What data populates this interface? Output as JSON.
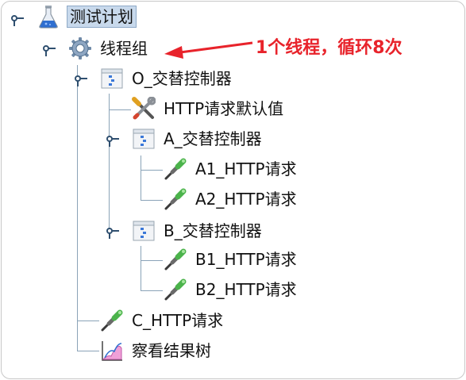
{
  "tree": {
    "root": {
      "label": "测试计划",
      "icon": "flask-icon"
    },
    "thread_group": {
      "label": "线程组",
      "icon": "gear-icon"
    },
    "o_controller": {
      "label": "O_交替控制器",
      "icon": "controller-icon"
    },
    "http_defaults": {
      "label": "HTTP请求默认值",
      "icon": "wrench-screwdriver-icon"
    },
    "a_controller": {
      "label": "A_交替控制器",
      "icon": "controller-icon"
    },
    "a1_request": {
      "label": "A1_HTTP请求",
      "icon": "pipette-icon"
    },
    "a2_request": {
      "label": "A2_HTTP请求",
      "icon": "pipette-icon"
    },
    "b_controller": {
      "label": "B_交替控制器",
      "icon": "controller-icon"
    },
    "b1_request": {
      "label": "B1_HTTP请求",
      "icon": "pipette-icon"
    },
    "b2_request": {
      "label": "B2_HTTP请求",
      "icon": "pipette-icon"
    },
    "c_request": {
      "label": "C_HTTP请求",
      "icon": "pipette-icon"
    },
    "result_tree": {
      "label": "察看结果树",
      "icon": "graph-icon"
    }
  },
  "annotation": {
    "text": "1个线程，循环8次",
    "color": "#e8232b"
  },
  "colors": {
    "selection": "#c8d9ec",
    "tree_line": "#8aa3b8",
    "handle": "#2f4f6f"
  }
}
